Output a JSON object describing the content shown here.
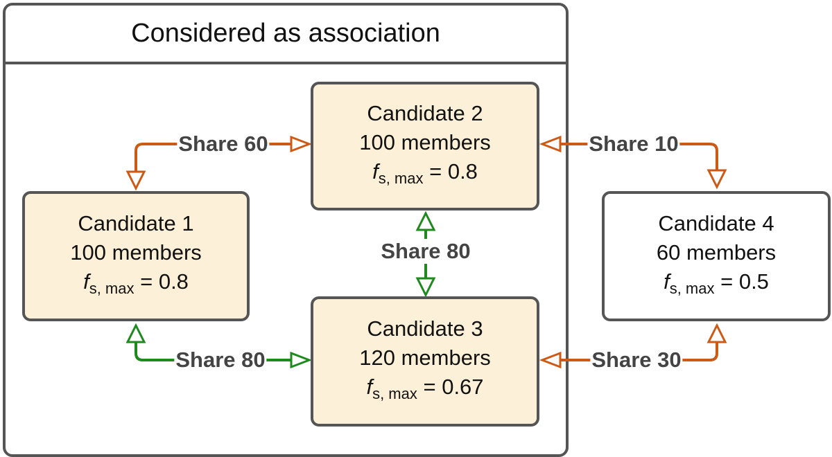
{
  "title": "Considered as association",
  "candidates": [
    {
      "name": "Candidate 1",
      "members": "100 members",
      "fs_sym": "f",
      "fs_sub": "s, max",
      "fs_val": "= 0.8"
    },
    {
      "name": "Candidate 2",
      "members": "100 members",
      "fs_sym": "f",
      "fs_sub": "s, max",
      "fs_val": "= 0.8"
    },
    {
      "name": "Candidate 3",
      "members": "120 members",
      "fs_sym": "f",
      "fs_sub": "s, max",
      "fs_val": "= 0.67"
    },
    {
      "name": "Candidate 4",
      "members": "60 members",
      "fs_sym": "f",
      "fs_sub": "s, max",
      "fs_val": "= 0.5"
    }
  ],
  "shares": {
    "c1_c2": "Share 60",
    "c2_c4": "Share 10",
    "c2_c3": "Share 80",
    "c1_c3": "Share 80",
    "c3_c4": "Share 30"
  },
  "colors": {
    "orange": "#cc5a16",
    "green": "#1e8a1e",
    "box_fill": "#fdf0d8",
    "border": "#555555"
  }
}
